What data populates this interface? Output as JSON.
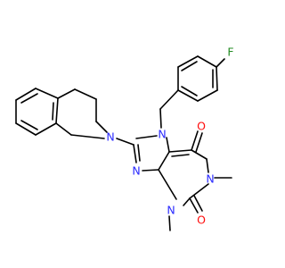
{
  "colors": {
    "bond": "#000000",
    "N": "#2b2bff",
    "O": "#ff0d0d",
    "F": "#228b22",
    "background": "#ffffff"
  },
  "atoms": {
    "F": "F",
    "N7": "N",
    "N9": "N",
    "N1": "N",
    "N3": "N",
    "N_isoquinoline": "N",
    "O6": "O",
    "O2": "O"
  }
}
